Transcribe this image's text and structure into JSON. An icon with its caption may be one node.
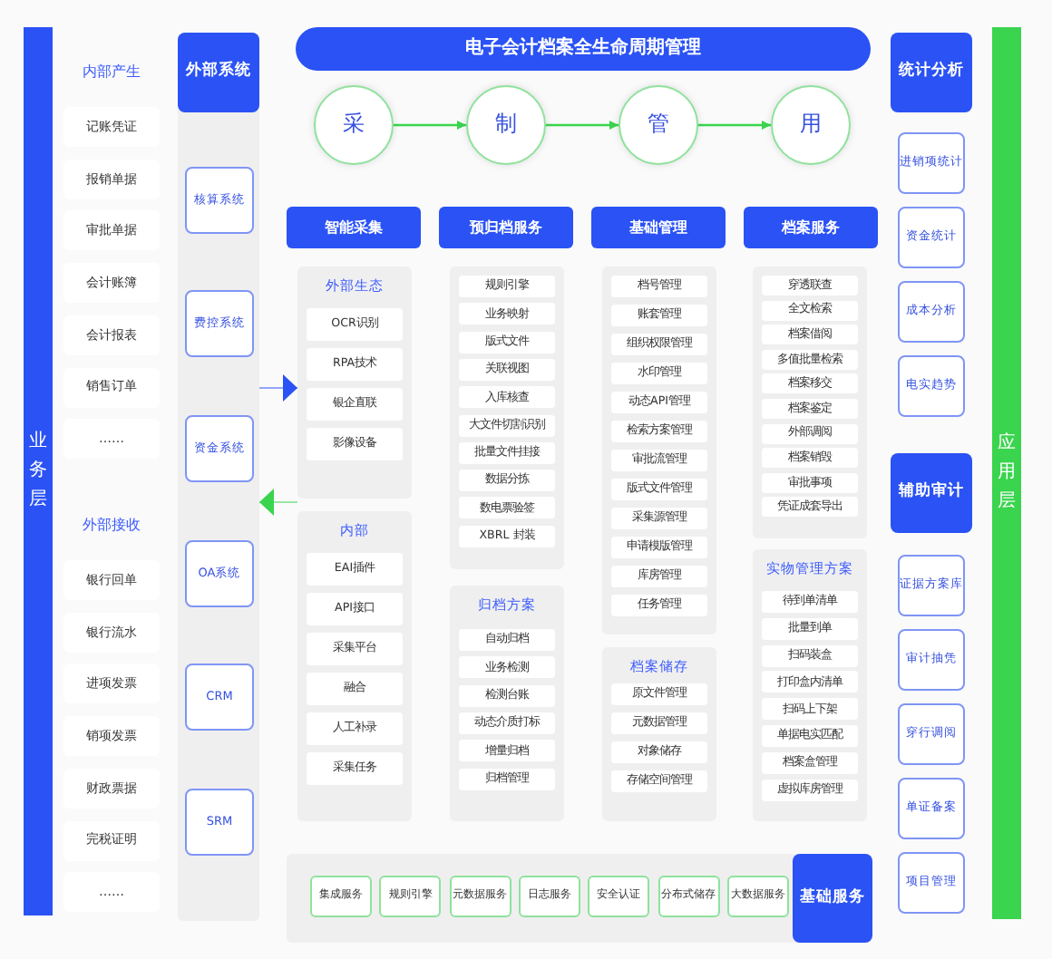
{
  "diagram": {
    "title": "电子会计档案全生命周期管理",
    "nodes": [
      {
        "text": [
          "业务层"
        ]
      },
      {
        "text": [
          "记账凭证"
        ]
      },
      {
        "text": [
          "报销单据"
        ]
      },
      {
        "text": [
          "审批单据"
        ]
      },
      {
        "text": [
          "会计账簿"
        ]
      },
      {
        "text": [
          "会计报表"
        ]
      },
      {
        "text": [
          "销售订单"
        ]
      },
      {
        "text": [
          "……"
        ]
      },
      {
        "text": [
          "银行回单"
        ]
      },
      {
        "text": [
          "银行流水"
        ]
      },
      {
        "text": [
          "进项发票"
        ]
      },
      {
        "text": [
          "销项发票"
        ]
      },
      {
        "text": [
          "财政票据"
        ]
      },
      {
        "text": [
          "完税证明"
        ]
      },
      {
        "text": [
          "……"
        ]
      },
      {
        "text": [],
        "shape": "box"
      },
      {
        "text": [
          "外部系统"
        ],
        "in": 15
      },
      {
        "text": [
          "核算系统"
        ],
        "in": 15
      },
      {
        "text": [
          "费控系统"
        ],
        "in": 15
      },
      {
        "text": [
          "资金系统"
        ],
        "in": 15
      },
      {
        "text": [
          "OA系统"
        ],
        "in": 15
      },
      {
        "text": [
          "CRM"
        ],
        "in": 15
      },
      {
        "text": [
          "SRM"
        ],
        "in": 15
      },
      {
        "text": [
          "采"
        ]
      },
      {
        "text": [
          "制"
        ]
      },
      {
        "text": [
          "管"
        ]
      },
      {
        "text": [
          "用"
        ]
      },
      {
        "text": [
          "智能采集"
        ]
      },
      {
        "text": [
          "预归档服务"
        ]
      },
      {
        "text": [
          "基础管理"
        ]
      },
      {
        "text": [
          "档案服务"
        ]
      },
      {
        "text": [
          "外部生态"
        ]
      },
      {
        "text": [
          "OCR识别"
        ],
        "in": 31
      },
      {
        "text": [
          "RPA技术"
        ],
        "in": 31
      },
      {
        "text": [
          "银企直联"
        ],
        "in": 31
      },
      {
        "text": [
          "影像设备"
        ],
        "in": 31
      },
      {
        "text": [
          "内部"
        ]
      },
      {
        "text": [
          "EAI插件"
        ],
        "in": 36
      },
      {
        "text": [
          "API接口"
        ],
        "in": 36
      },
      {
        "text": [
          "采集平台"
        ],
        "in": 36
      },
      {
        "text": [
          "融合"
        ],
        "in": 36
      },
      {
        "text": [
          "人工补录"
        ],
        "in": 36
      },
      {
        "text": [
          "采集任务"
        ],
        "in": 36
      },
      {
        "text": [],
        "shape": "box"
      },
      {
        "text": [
          "规则引擎"
        ],
        "in": 43
      },
      {
        "text": [
          "业务映射"
        ],
        "in": 43
      },
      {
        "text": [
          "版式文件"
        ],
        "in": 43
      },
      {
        "text": [
          "关联视图"
        ],
        "in": 43
      },
      {
        "text": [
          "入库核查"
        ],
        "in": 43
      },
      {
        "text": [
          "大文件切割识别"
        ],
        "in": 43
      },
      {
        "text": [
          "批量文件挂接"
        ],
        "in": 43
      },
      {
        "text": [
          "数据分拣"
        ],
        "in": 43
      },
      {
        "text": [
          "数电票验签"
        ],
        "in": 43
      },
      {
        "text": [
          "XBRL 封装"
        ],
        "in": 43
      },
      {
        "text": [
          "归档方案"
        ]
      },
      {
        "text": [
          "自动归档"
        ],
        "in": 54
      },
      {
        "text": [
          "业务检测"
        ],
        "in": 54
      },
      {
        "text": [
          "检测台账"
        ],
        "in": 54
      },
      {
        "text": [
          "动态介质打标"
        ],
        "in": 54
      },
      {
        "text": [
          "增量归档"
        ],
        "in": 54
      },
      {
        "text": [
          "归档管理"
        ],
        "in": 54
      },
      {
        "text": [],
        "shape": "box"
      },
      {
        "text": [
          "档号管理"
        ],
        "in": 61
      },
      {
        "text": [
          "账套管理"
        ],
        "in": 61
      },
      {
        "text": [
          "组织权限管理"
        ],
        "in": 61
      },
      {
        "text": [
          "水印管理"
        ],
        "in": 61
      },
      {
        "text": [
          "动态API管理"
        ],
        "in": 61
      },
      {
        "text": [
          "检索方案管理"
        ],
        "in": 61
      },
      {
        "text": [
          "审批流管理"
        ],
        "in": 61
      },
      {
        "text": [
          "版式文件管理"
        ],
        "in": 61
      },
      {
        "text": [
          "采集源管理"
        ],
        "in": 61
      },
      {
        "text": [
          "申请模版管理"
        ],
        "in": 61
      },
      {
        "text": [
          "库房管理"
        ],
        "in": 61
      },
      {
        "text": [
          "任务管理"
        ],
        "in": 61
      },
      {
        "text": [
          "档案储存"
        ]
      },
      {
        "text": [
          "原文件管理"
        ],
        "in": 74
      },
      {
        "text": [
          "元数据管理"
        ],
        "in": 74
      },
      {
        "text": [
          "对象储存"
        ],
        "in": 74
      },
      {
        "text": [
          "存储空间管理"
        ],
        "in": 74
      },
      {
        "text": [],
        "shape": "box"
      },
      {
        "text": [
          "穿透联查"
        ],
        "in": 79
      },
      {
        "text": [
          "全文检索"
        ],
        "in": 79
      },
      {
        "text": [
          "档案借阅"
        ],
        "in": 79
      },
      {
        "text": [
          "多值批量检索"
        ],
        "in": 79
      },
      {
        "text": [
          "档案移交"
        ],
        "in": 79
      },
      {
        "text": [
          "档案鉴定"
        ],
        "in": 79
      },
      {
        "text": [
          "外部调阅"
        ],
        "in": 79
      },
      {
        "text": [
          "档案销毁"
        ],
        "in": 79
      },
      {
        "text": [
          "审批事项"
        ],
        "in": 79
      },
      {
        "text": [
          "凭证成套导出"
        ],
        "in": 79
      },
      {
        "text": [
          "实物管理方案"
        ]
      },
      {
        "text": [
          "待到单清单"
        ],
        "in": 90
      },
      {
        "text": [
          "批量到单"
        ],
        "in": 90
      },
      {
        "text": [
          "扫码装盒"
        ],
        "in": 90
      },
      {
        "text": [
          "打印盒内清单"
        ],
        "in": 90
      },
      {
        "text": [
          "扫码上下架"
        ],
        "in": 90
      },
      {
        "text": [
          "单据电实匹配"
        ],
        "in": 90
      },
      {
        "text": [
          "档案盒管理"
        ],
        "in": 90
      },
      {
        "text": [
          "虚拟库房管理"
        ],
        "in": 90
      },
      {
        "text": [
          "统计分析"
        ]
      },
      {
        "text": [
          "进销项统计"
        ]
      },
      {
        "text": [
          "资金统计"
        ]
      },
      {
        "text": [
          "成本分析"
        ]
      },
      {
        "text": [
          "电实趋势"
        ]
      },
      {
        "text": [
          "辅助审计"
        ]
      },
      {
        "text": [
          "证据方案库"
        ]
      },
      {
        "text": [
          "审计抽凭"
        ]
      },
      {
        "text": [
          "穿行调阅"
        ]
      },
      {
        "text": [
          "单证备案"
        ]
      },
      {
        "text": [
          "项目管理"
        ]
      },
      {
        "text": [
          "应用层"
        ]
      },
      {
        "text": [],
        "shape": "box"
      },
      {
        "text": [
          "集成服务"
        ],
        "in": 111
      },
      {
        "text": [
          "规则引擎"
        ],
        "in": 111
      },
      {
        "text": [
          "元数据服务"
        ],
        "in": 111
      },
      {
        "text": [
          "日志服务"
        ],
        "in": 111
      },
      {
        "text": [
          "安全认证"
        ],
        "in": 111
      },
      {
        "text": [
          "分布式储存"
        ],
        "in": 111
      },
      {
        "text": [
          "大数据服务"
        ],
        "in": 111
      },
      {
        "text": [
          "基础服务"
        ],
        "in": 111
      }
    ],
    "edges": [
      {
        "from": 23,
        "to": 24,
        "arrow": "to"
      },
      {
        "from": 24,
        "to": 25,
        "arrow": "to"
      },
      {
        "from": 25,
        "to": 26,
        "arrow": "to"
      },
      {
        "from": 15,
        "to": 31,
        "arrow": "to",
        "color": "#2a52f4"
      },
      {
        "from": 36,
        "to": 15,
        "arrow": "to"
      }
    ],
    "labels": [
      "内部产生",
      "外部接收"
    ]
  }
}
